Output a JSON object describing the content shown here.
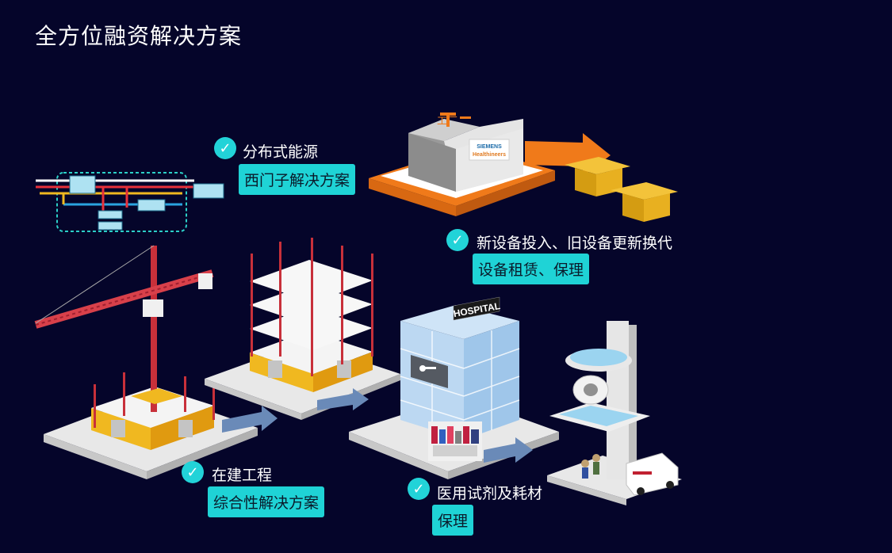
{
  "title": "全方位融资解决方案",
  "items": {
    "energy": {
      "label": "分布式能源",
      "tag": "西门子解决方案"
    },
    "equipment": {
      "label": "新设备投入、旧设备更新换代",
      "tag": "设备租赁、保理"
    },
    "construction": {
      "label": "在建工程",
      "tag": "综合性解决方案"
    },
    "medical": {
      "label": "医用试剂及耗材",
      "tag": "保理"
    }
  },
  "signs": {
    "factory": "工厂",
    "hospital": "HOSPITAL",
    "siemens_line1": "SIEMENS",
    "siemens_line2": "Healthineers"
  },
  "colors": {
    "background": "#05052a",
    "accent": "#1fd3d6",
    "orange": "#f07a1a",
    "yellow": "#f0b820",
    "crane": "#c8303a"
  }
}
